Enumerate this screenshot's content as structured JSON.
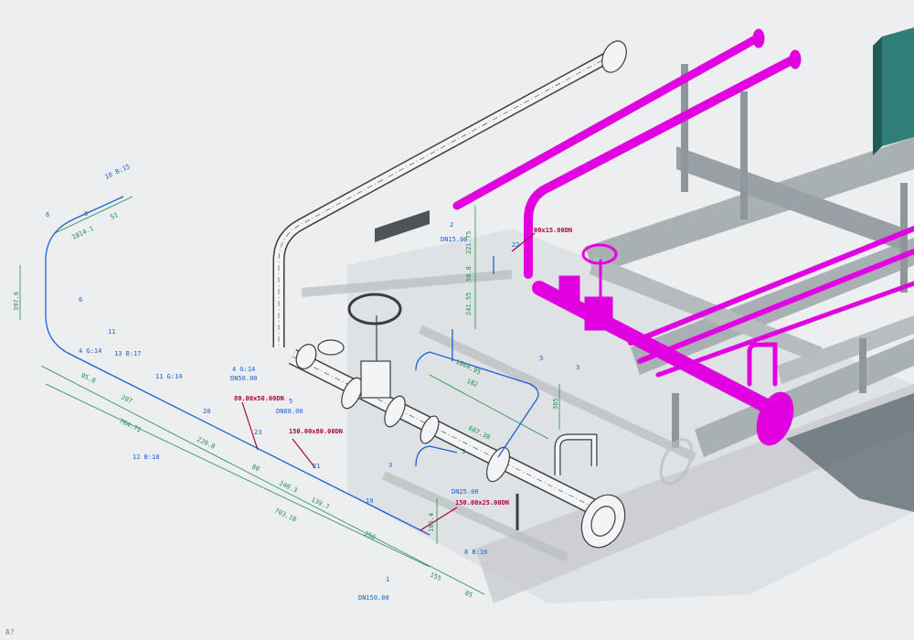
{
  "colors": {
    "background": "#eceeef",
    "skid": "#c9cdd0",
    "beam": "#8f979c",
    "pipe_outline": "#3a3d40",
    "highlight_pipe": "#e000e0",
    "dim_green": "#1f8f4a",
    "dim_blue": "#1a5fd6",
    "dim_red": "#b0003a",
    "panel": "#2f7f78"
  },
  "corner_label": "A?",
  "labels": {
    "green": [
      {
        "id": "d1814",
        "text": "1814.1"
      },
      {
        "id": "d51",
        "text": "51"
      },
      {
        "id": "d397",
        "text": "397.6"
      },
      {
        "id": "d95",
        "text": "95.8"
      },
      {
        "id": "d207",
        "text": "207"
      },
      {
        "id": "d764",
        "text": "764.71"
      },
      {
        "id": "d2208",
        "text": "220.8"
      },
      {
        "id": "d80",
        "text": "80"
      },
      {
        "id": "d2403",
        "text": "240.3"
      },
      {
        "id": "d1397",
        "text": "139.7"
      },
      {
        "id": "d7031",
        "text": "703.18"
      },
      {
        "id": "d250",
        "text": "250"
      },
      {
        "id": "d155",
        "text": "155"
      },
      {
        "id": "d85",
        "text": "85"
      },
      {
        "id": "d2217",
        "text": "221.75"
      },
      {
        "id": "d508",
        "text": "50.8"
      },
      {
        "id": "d2415",
        "text": "241.55"
      },
      {
        "id": "d1804",
        "text": "1804.95"
      },
      {
        "id": "d182",
        "text": "182"
      },
      {
        "id": "d6073",
        "text": "607.38"
      },
      {
        "id": "d365",
        "text": "365"
      },
      {
        "id": "d1064",
        "text": "106.4"
      }
    ],
    "blue": [
      {
        "id": "b10",
        "text": "10 B:15"
      },
      {
        "id": "b6a",
        "text": "6"
      },
      {
        "id": "b6b",
        "text": "6"
      },
      {
        "id": "b6c",
        "text": "6"
      },
      {
        "id": "b11",
        "text": "11"
      },
      {
        "id": "b4g",
        "text": "4 G:14"
      },
      {
        "id": "b13",
        "text": "13 B:17"
      },
      {
        "id": "b11g",
        "text": "11 G:14"
      },
      {
        "id": "b12",
        "text": "12 B:18"
      },
      {
        "id": "b4g2",
        "text": "4 G:14"
      },
      {
        "id": "bdn50",
        "text": "DN50.00"
      },
      {
        "id": "b20",
        "text": "20"
      },
      {
        "id": "b5",
        "text": "5"
      },
      {
        "id": "bdn80",
        "text": "DN80.00"
      },
      {
        "id": "b21",
        "text": "21"
      },
      {
        "id": "b23",
        "text": "23"
      },
      {
        "id": "b19",
        "text": "19"
      },
      {
        "id": "b2",
        "text": "2"
      },
      {
        "id": "bdn15",
        "text": "DN15.00"
      },
      {
        "id": "b22",
        "text": "22"
      },
      {
        "id": "bdn25",
        "text": "DN25.00"
      },
      {
        "id": "b3a",
        "text": "3"
      },
      {
        "id": "b3b",
        "text": "3"
      },
      {
        "id": "b3c",
        "text": "3"
      },
      {
        "id": "b3d",
        "text": "3"
      },
      {
        "id": "b8",
        "text": "8 B:16"
      },
      {
        "id": "b1",
        "text": "1"
      },
      {
        "id": "bdn150",
        "text": "DN150.00"
      }
    ],
    "red": [
      {
        "id": "r1",
        "text": "80.00x50.00DN"
      },
      {
        "id": "r2",
        "text": "150.00x80.00DN"
      },
      {
        "id": "r3",
        "text": "150.00x25.00DN"
      },
      {
        "id": "r4",
        "text": "00x15.00DN"
      }
    ]
  }
}
